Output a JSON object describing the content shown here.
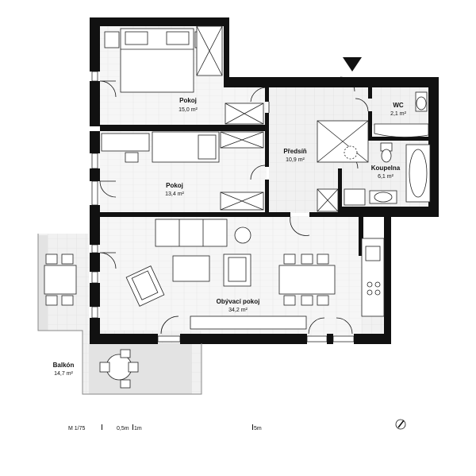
{
  "rooms": [
    {
      "key": "pokoj1",
      "name": "Pokoj",
      "area": "15,0 m²"
    },
    {
      "key": "pokoj2",
      "name": "Pokoj",
      "area": "13,4 m²"
    },
    {
      "key": "predsin",
      "name": "Předsíň",
      "area": "10,9 m²"
    },
    {
      "key": "wc",
      "name": "WC",
      "area": "2,1 m²"
    },
    {
      "key": "koupelna",
      "name": "Koupelna",
      "area": "6,1 m²"
    },
    {
      "key": "obyvaci",
      "name": "Obývací pokoj",
      "area": "34,2 m²"
    },
    {
      "key": "balkon",
      "name": "Balkón",
      "area": "14,7 m²"
    }
  ],
  "scale": {
    "ratio": "M 1/75",
    "marks": "0,5m",
    "mark_1m": "1m",
    "mark_5m": "5m"
  },
  "icons": {
    "entrance": "entrance-arrow-icon",
    "north": "north-compass-icon"
  }
}
